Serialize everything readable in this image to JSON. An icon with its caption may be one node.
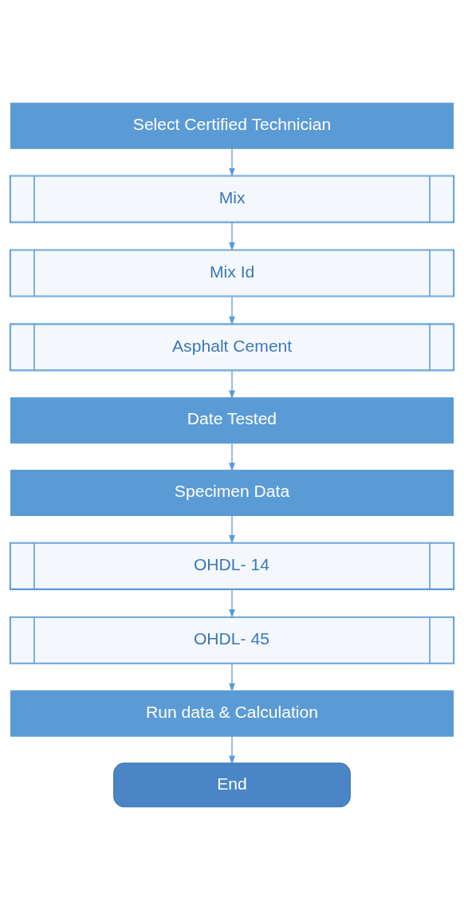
{
  "diagram": {
    "nodes": [
      {
        "text": [
          "Select Certified Technician"
        ]
      },
      {
        "text": [
          "Mix"
        ]
      },
      {
        "text": [
          "Mix Id"
        ]
      },
      {
        "text": [
          "Asphalt Cement"
        ]
      },
      {
        "text": [
          "Date Tested"
        ]
      },
      {
        "text": [
          "Specimen Data"
        ]
      },
      {
        "text": [
          "OHDL- 14"
        ]
      },
      {
        "text": [
          "OHDL- 45"
        ]
      },
      {
        "text": [
          "Run data & Calculation"
        ]
      },
      {
        "text": [
          "End"
        ]
      }
    ],
    "edges": [
      {
        "from": 0,
        "to": 1,
        "arrow": "to"
      },
      {
        "from": 1,
        "to": 2,
        "arrow": "to"
      },
      {
        "from": 2,
        "to": 3,
        "arrow": "to"
      },
      {
        "from": 3,
        "to": 4,
        "arrow": "to"
      },
      {
        "from": 4,
        "to": 5,
        "arrow": "to"
      },
      {
        "from": 5,
        "to": 6,
        "arrow": "to"
      },
      {
        "from": 6,
        "to": 7,
        "arrow": "to"
      },
      {
        "from": 7,
        "to": 8,
        "arrow": "to"
      },
      {
        "from": 8,
        "to": 9,
        "arrow": "to"
      }
    ]
  }
}
